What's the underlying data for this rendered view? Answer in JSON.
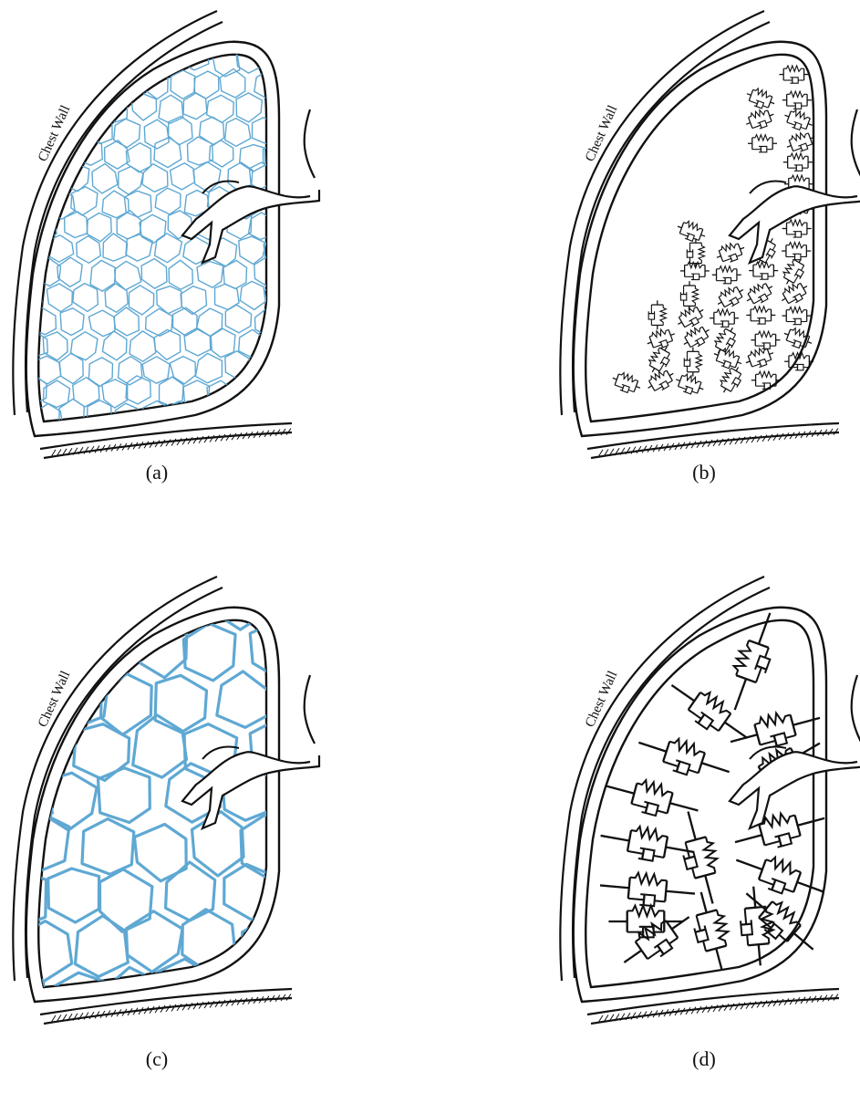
{
  "figure": {
    "panels": [
      {
        "id": "a",
        "caption": "(a)",
        "chest_label": "Chest Wall",
        "fill": "fine-alveoli"
      },
      {
        "id": "b",
        "caption": "(b)",
        "chest_label": "Chest Wall",
        "fill": "dense-spring-dashpot"
      },
      {
        "id": "c",
        "caption": "(c)",
        "chest_label": "Chest Wall",
        "fill": "coarse-alveoli"
      },
      {
        "id": "d",
        "caption": "(d)",
        "chest_label": "Chest Wall",
        "fill": "sparse-spring-dashpot"
      }
    ],
    "colors": {
      "outline": "#111111",
      "alveoli": "#5fa8d3",
      "background": "#ffffff"
    }
  }
}
